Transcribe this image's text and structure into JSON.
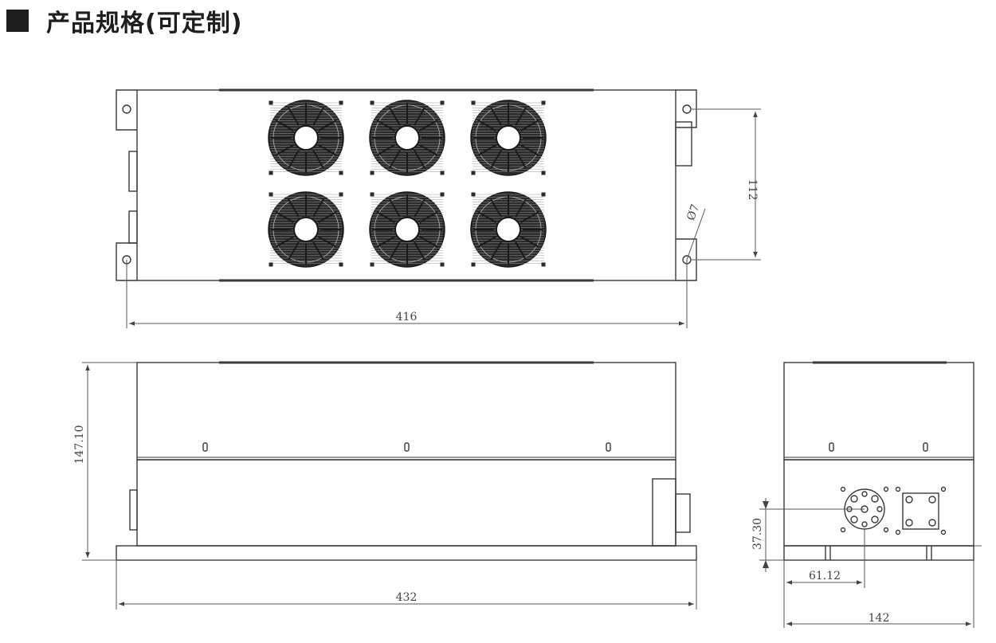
{
  "header": {
    "title": "产品规格(可定制)"
  },
  "dimensions": {
    "top_width": "416",
    "top_height": "112",
    "hole_diameter": "Ø7",
    "front_width": "432",
    "front_height": "147.10",
    "side_width": "142",
    "side_port_height": "37.30",
    "side_port_offset": "61.12"
  },
  "colors": {
    "line": "#3a3a3a",
    "fan": "#2b2b2b",
    "title": "#1e1e1e"
  }
}
